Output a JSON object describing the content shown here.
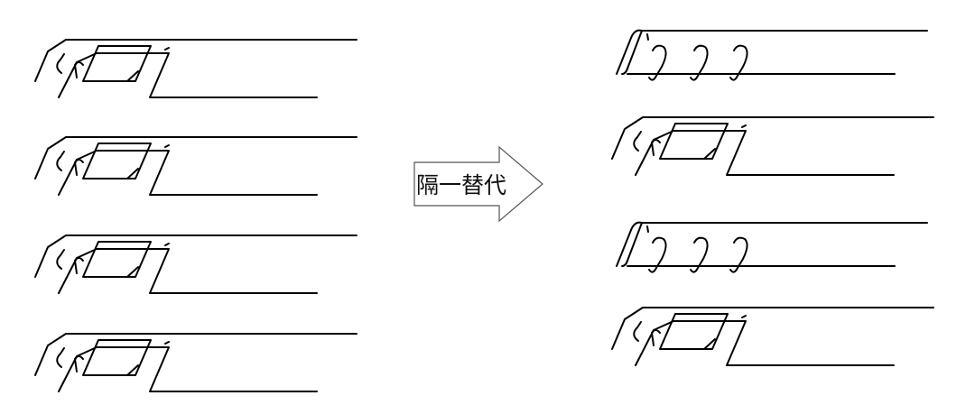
{
  "arrow": {
    "label": "隔一替代"
  },
  "colors": {
    "stroke": "#000000",
    "arrow_outline": "#555555",
    "background": "#ffffff"
  },
  "left_column": {
    "units": [
      {
        "type": "closed-stirrup"
      },
      {
        "type": "closed-stirrup"
      },
      {
        "type": "closed-stirrup"
      },
      {
        "type": "closed-stirrup"
      }
    ]
  },
  "right_column": {
    "units": [
      {
        "type": "open-hooks"
      },
      {
        "type": "closed-stirrup"
      },
      {
        "type": "open-hooks"
      },
      {
        "type": "closed-stirrup"
      }
    ]
  }
}
